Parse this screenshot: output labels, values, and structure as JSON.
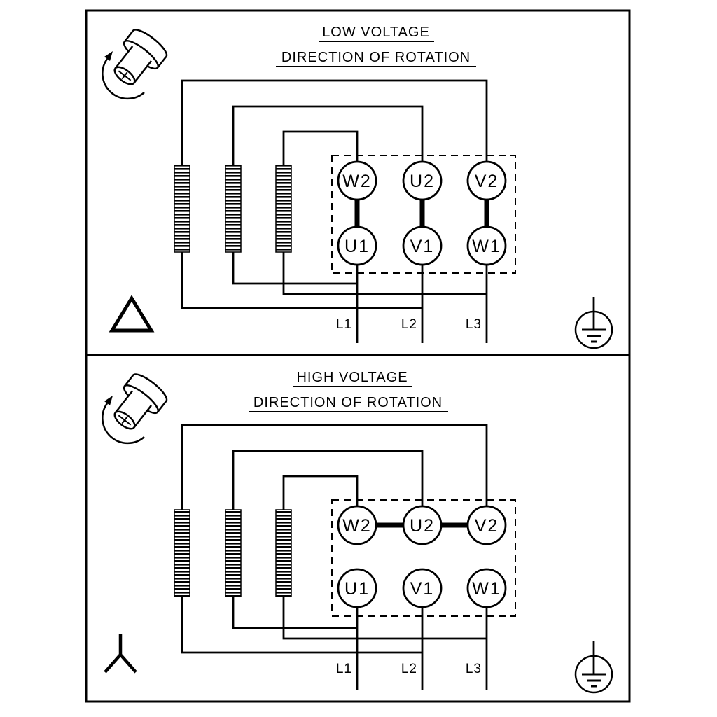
{
  "panels": [
    {
      "id": "low-voltage",
      "title": "LOW VOLTAGE",
      "subtitle": "DIRECTION OF ROTATION",
      "connection": "delta",
      "terminals_top": [
        "W2",
        "U2",
        "V2"
      ],
      "terminals_bottom": [
        "U1",
        "V1",
        "W1"
      ],
      "supply_lines": [
        "L1",
        "L2",
        "L3"
      ],
      "icons": [
        "shaft-rotation-icon",
        "delta-symbol-icon",
        "ground-icon"
      ]
    },
    {
      "id": "high-voltage",
      "title": "HIGH VOLTAGE",
      "subtitle": "DIRECTION OF ROTATION",
      "connection": "star",
      "terminals_top": [
        "W2",
        "U2",
        "V2"
      ],
      "terminals_bottom": [
        "U1",
        "V1",
        "W1"
      ],
      "supply_lines": [
        "L1",
        "L2",
        "L3"
      ],
      "icons": [
        "shaft-rotation-icon",
        "star-symbol-icon",
        "ground-icon"
      ]
    }
  ],
  "colors": {
    "stroke": "#000000",
    "background": "#ffffff"
  }
}
